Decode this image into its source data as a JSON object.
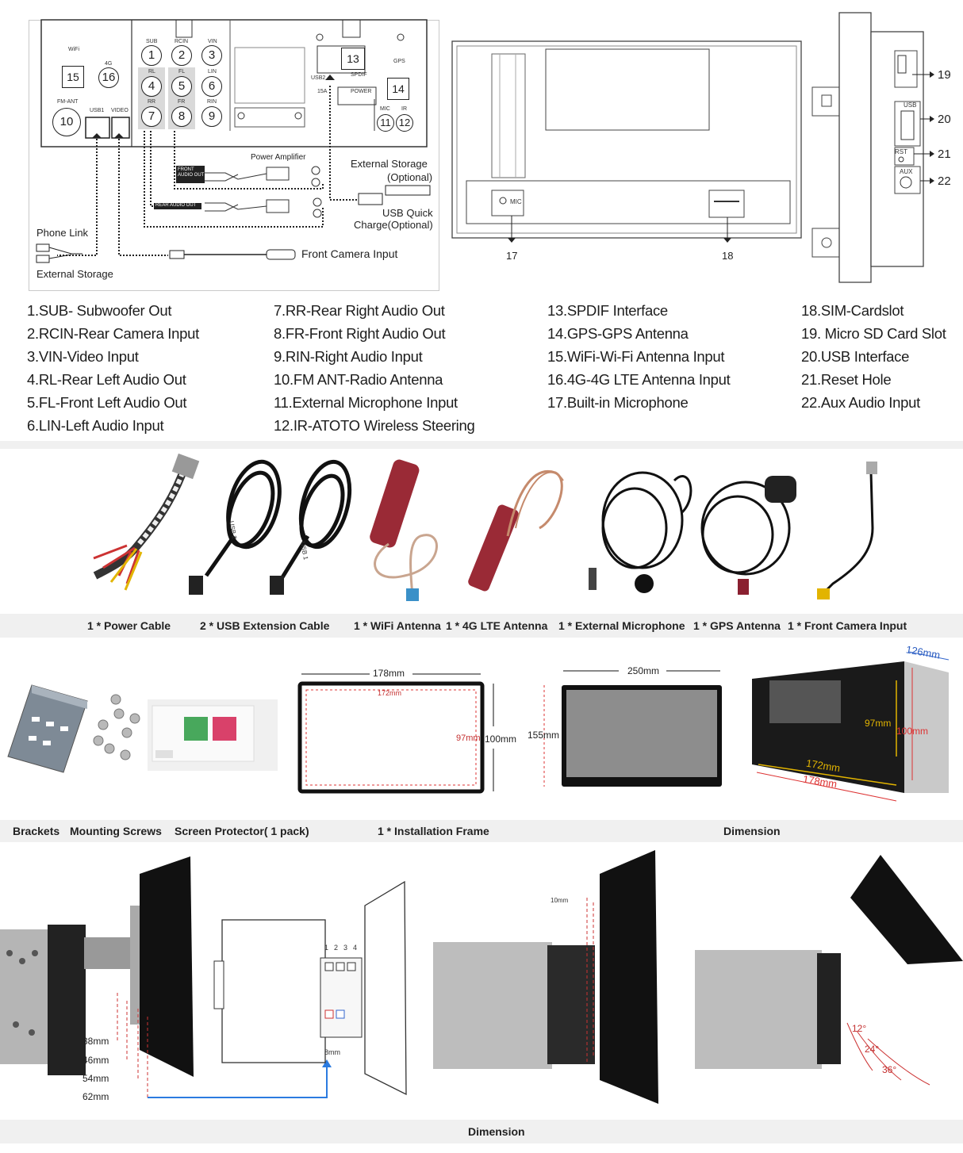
{
  "wiring": {
    "ports": [
      {
        "num": "1",
        "label": "SUB"
      },
      {
        "num": "2",
        "label": "RCIN"
      },
      {
        "num": "3",
        "label": "VIN"
      },
      {
        "num": "4",
        "label": "RL"
      },
      {
        "num": "5",
        "label": "FL"
      },
      {
        "num": "6",
        "label": "LIN"
      },
      {
        "num": "7",
        "label": "RR"
      },
      {
        "num": "8",
        "label": "FR"
      },
      {
        "num": "9",
        "label": "RIN"
      },
      {
        "num": "10",
        "label": "FM-ANT"
      },
      {
        "num": "11",
        "label": "MIC"
      },
      {
        "num": "12",
        "label": "IR"
      },
      {
        "num": "13",
        "label": "SPDIF"
      },
      {
        "num": "14",
        "label": "GPS"
      },
      {
        "num": "15",
        "label": "WiFi"
      },
      {
        "num": "16",
        "label": "4G"
      }
    ],
    "tiny_labels": {
      "usb1": "USB1",
      "video": "VIDEO",
      "usb2": "USB2",
      "a15": "15A",
      "power": "POWER",
      "front_audio": "FRONT AUDIO OUT",
      "rear_audio": "REAR AUDIO OUT"
    },
    "power_amplifier": "Power Amplifier",
    "external_storage_optional_1": "External Storage",
    "external_storage_optional_2": "(Optional)",
    "usb_quick_1": "USB Quick",
    "usb_quick_2": "Charge(Optional)",
    "phone_link": "Phone Link",
    "external_storage": "External Storage",
    "front_camera_input": "Front Camera Input"
  },
  "side_view": {
    "labels": {
      "mic": "MIC",
      "usb": "USB",
      "rst": "RST",
      "aux": "AUX"
    },
    "callouts": [
      "17",
      "18",
      "19",
      "20",
      "21",
      "22"
    ]
  },
  "legend": {
    "col1": [
      "1.SUB- Subwoofer Out",
      "2.RCIN-Rear Camera Input",
      "3.VIN-Video Input",
      "4.RL-Rear Left Audio Out",
      "5.FL-Front Left Audio Out",
      "6.LIN-Left Audio Input"
    ],
    "col2": [
      "7.RR-Rear Right Audio Out",
      "8.FR-Front Right Audio Out",
      "9.RIN-Right Audio Input",
      "10.FM ANT-Radio Antenna",
      "11.External Microphone Input",
      "12.IR-ATOTO Wireless Steering"
    ],
    "col3": [
      "13.SPDIF Interface",
      "14.GPS-GPS Antenna",
      "15.WiFi-Wi-Fi Antenna Input",
      "16.4G-4G LTE Antenna Input",
      "17.Built-in Microphone"
    ],
    "col4": [
      "18.SIM-Cardslot",
      "19. Micro SD Card Slot",
      "20.USB Interface",
      "21.Reset Hole",
      "22.Aux Audio Input"
    ]
  },
  "accessories": {
    "captions": [
      "1 * Power Cable",
      "2 * USB Extension Cable",
      "1 * WiFi Antenna",
      "1 * 4G LTE Antenna",
      "1 * External Microphone",
      "1 * GPS Antenna",
      "1 * Front Camera Input"
    ],
    "cable_tags": {
      "usb2": "USB 2",
      "usb1": "USB 1"
    }
  },
  "parts": {
    "captions": {
      "brackets": "Brackets",
      "screws": "Mounting Screws",
      "protector": "Screen Protector( 1 pack)",
      "frame": "1 * Installation Frame",
      "dimension": "Dimension"
    },
    "frame_dims": {
      "w_outer": "178mm",
      "w_inner": "172mm",
      "h_inner": "97mm",
      "h_outer": "100mm"
    },
    "screen_dims": {
      "w": "250mm",
      "h": "155mm"
    },
    "box_dims": {
      "depth": "126mm",
      "h_inner": "97mm",
      "h_outer": "100mm",
      "w_inner": "172mm",
      "w_outer": "178mm"
    }
  },
  "mounting": {
    "offsets": [
      "38mm",
      "46mm",
      "54mm",
      "62mm"
    ],
    "holes": [
      "1",
      "2",
      "3",
      "4"
    ],
    "gap": "8mm",
    "height_gap": "10mm",
    "angles": [
      "12°",
      "24°",
      "36°"
    ],
    "caption": "Dimension"
  }
}
